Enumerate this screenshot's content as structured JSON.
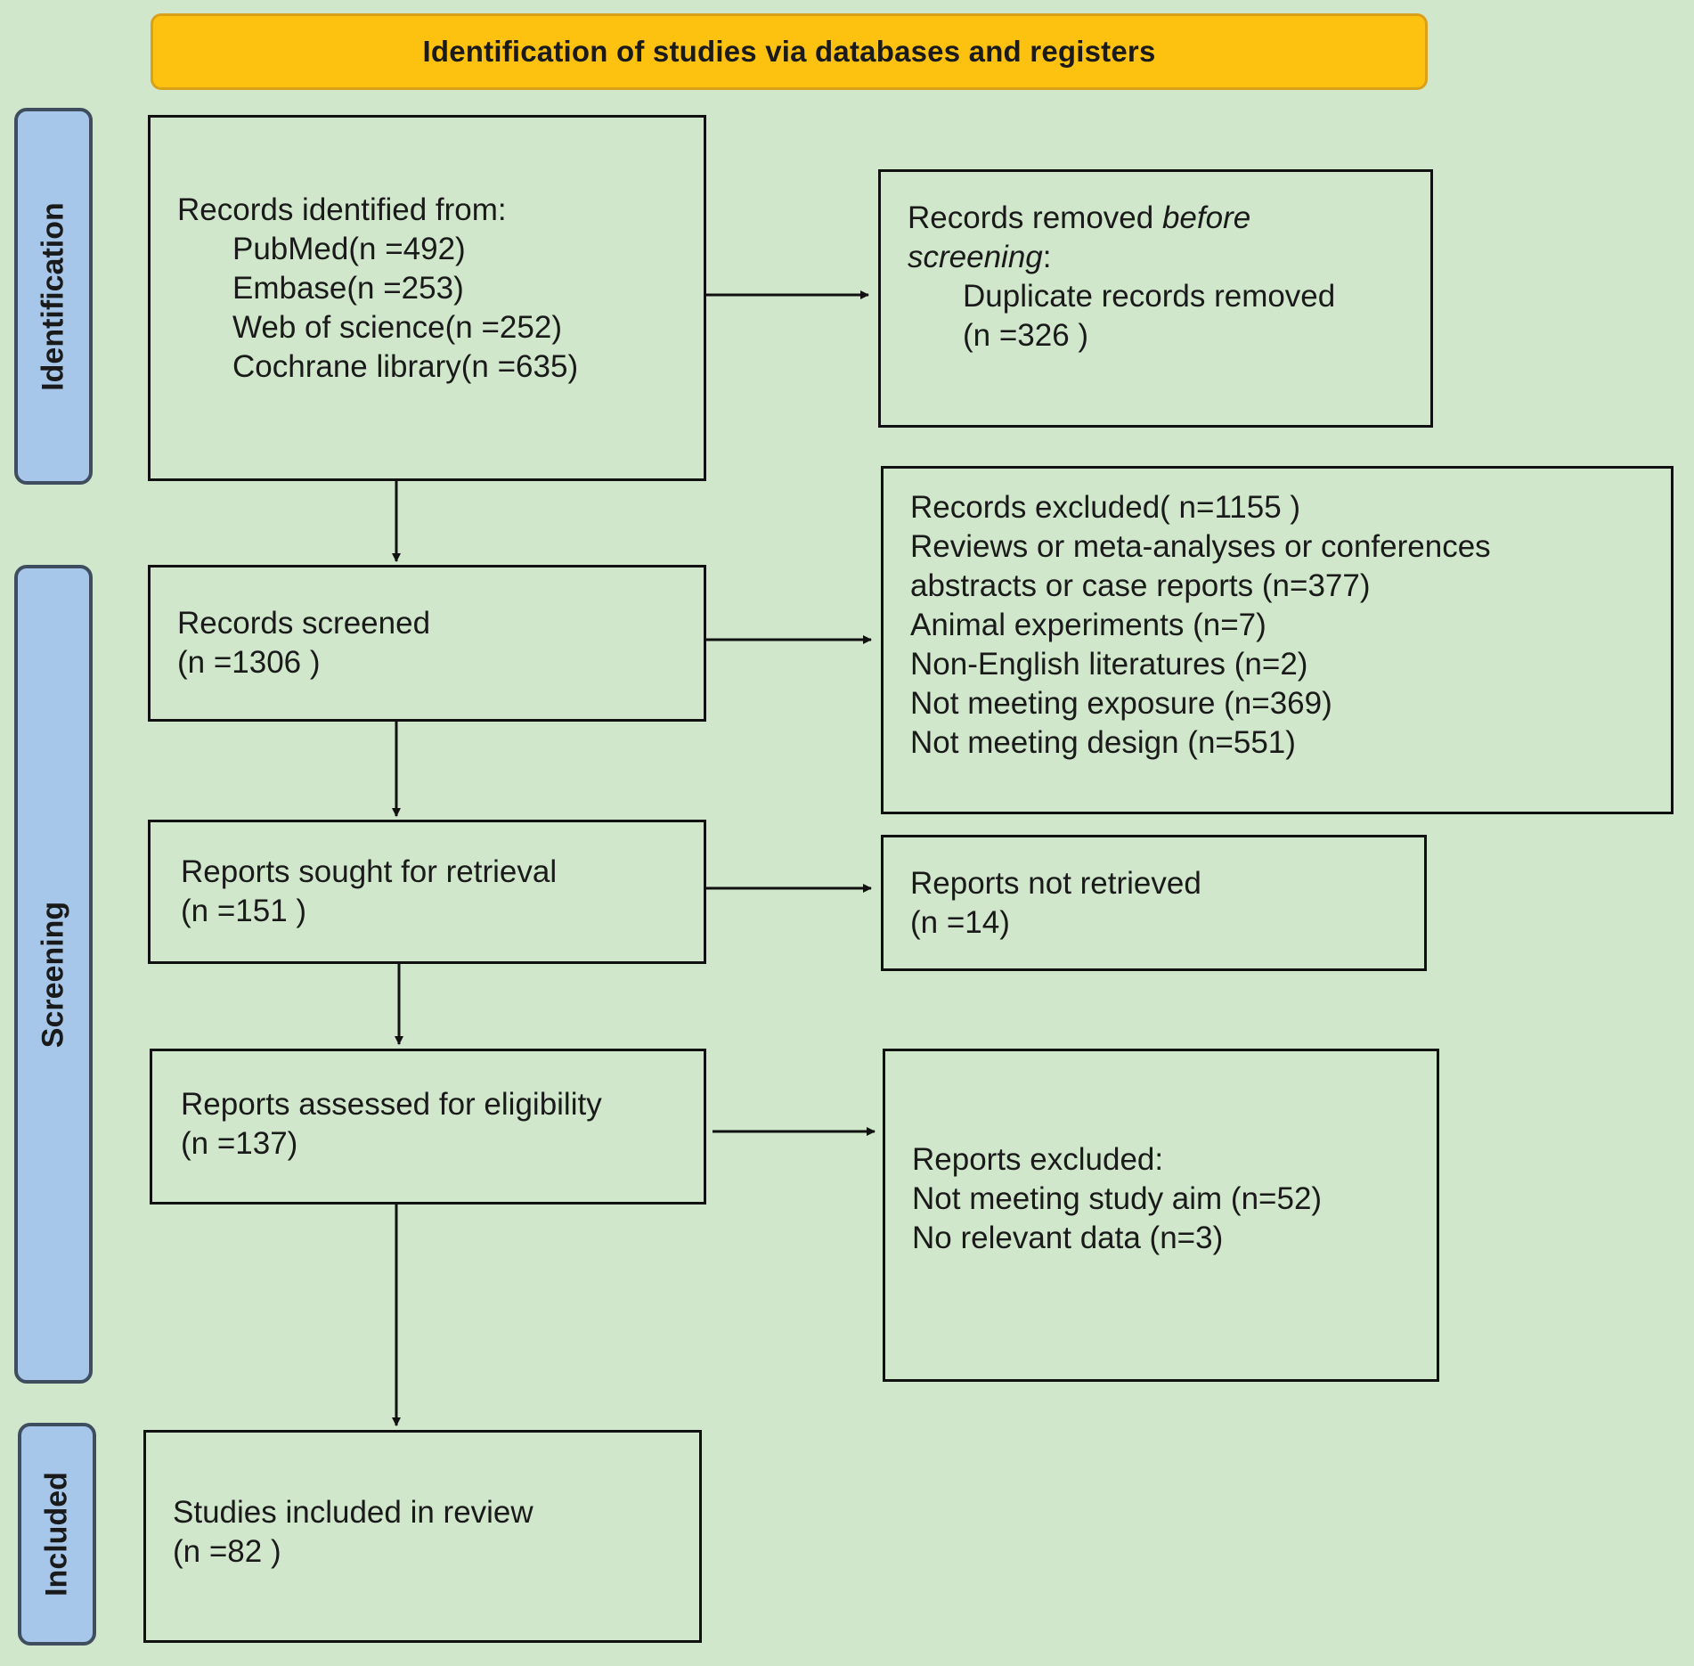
{
  "banner": "Identification of studies via databases and registers",
  "phases": {
    "identification": "Identification",
    "screening": "Screening",
    "included": "Included"
  },
  "records_identified": {
    "heading": "Records identified from:",
    "sources": [
      "PubMed(n =492)",
      "Embase(n =253)",
      "Web of science(n =252)",
      "Cochrane library(n =635)"
    ]
  },
  "records_removed": {
    "line1_plain": "Records removed ",
    "line1_italic": "before",
    "line2_italic": "screening",
    "line2_plain": ":",
    "detail": "Duplicate records removed",
    "count": "(n =326 )"
  },
  "records_screened": {
    "label": "Records screened",
    "count": "(n =1306 )"
  },
  "records_excluded": {
    "lines": [
      "Records excluded( n=1155 )",
      "Reviews or meta-analyses or conferences",
      "abstracts or case reports (n=377)",
      "Animal experiments (n=7)",
      "Non-English literatures (n=2)",
      "Not meeting exposure  (n=369)",
      "Not meeting design  (n=551)"
    ]
  },
  "reports_sought": {
    "label": "Reports sought for retrieval",
    "count": "(n =151 )"
  },
  "reports_not_retrieved": {
    "label": "Reports not retrieved",
    "count": "(n =14)"
  },
  "reports_assessed": {
    "label": "Reports assessed for eligibility",
    "count": "(n =137)"
  },
  "reports_excluded": {
    "lines": [
      "Reports excluded:",
      "Not meeting study aim (n=52)",
      "No relevant data  (n=3)"
    ]
  },
  "studies_included": {
    "label": "Studies included in review",
    "count": "(n =82 )"
  },
  "colors": {
    "background": "#d0e7cb",
    "banner": "#fdc20f",
    "phase_bar": "#a6c7e9",
    "line": "#111111"
  }
}
